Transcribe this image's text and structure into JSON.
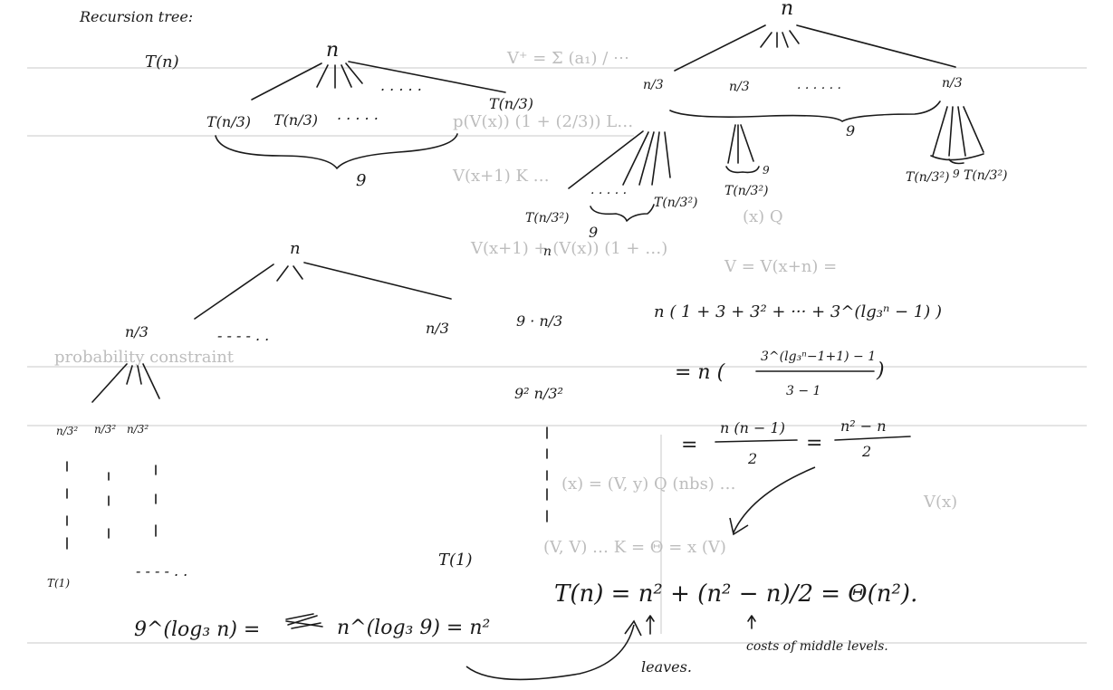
{
  "title": "Recursion tree:",
  "left_tree": {
    "root_call": "T(n)",
    "root": "n",
    "children": [
      "T(n/3)",
      "T(n/3)",
      "T(n/3)"
    ],
    "dots": ". . . . .",
    "branch_count": "9"
  },
  "right_tree": {
    "root": "n",
    "level1": [
      "n/3",
      "n/3",
      "n/3"
    ],
    "level1_dots": ". . . . . .",
    "brace_count": "9",
    "level2_left": [
      "T(n/3²)",
      "T(n/3²)"
    ],
    "level2_mid": "T(n/3²)",
    "level2_mid_count": "9",
    "level2_right": [
      "T(n/3²)",
      "T(n/3²)"
    ],
    "level2_right_count": "9",
    "level2_brace_count": "9",
    "stray_n": "n"
  },
  "cost_tree": {
    "root": "n",
    "node": "n/3",
    "node_right": "n/3",
    "level2": [
      "n/3²",
      "n/3²",
      "n/3²"
    ],
    "leaf": "T(1)",
    "leaf_right": "T(1)",
    "dashes": "- - - - . .",
    "row_cost_1": "9 · n/3",
    "row_cost_2": "9² n/3²"
  },
  "derivation": {
    "sum": "n ( 1 + 3 + 3² + ··· + 3^(lg₃ⁿ − 1) )",
    "step2_prefix": "= n (",
    "step2_num": "3^(lg₃ⁿ−1+1) − 1",
    "step2_den": "3 − 1",
    "step3_lhs_num": "n (n − 1)",
    "step3_lhs_den": "2",
    "step3_rhs_num": "n² − n",
    "step3_rhs_den": "2"
  },
  "bottom": {
    "lhs": "9^(log₃ n) =",
    "rhs": "n^(log₃ 9) = n²",
    "final": "T(n) = n² + (n² − n)/2 = Θ(n²).",
    "label_leaves": "leaves.",
    "label_middle": "costs of middle levels."
  }
}
